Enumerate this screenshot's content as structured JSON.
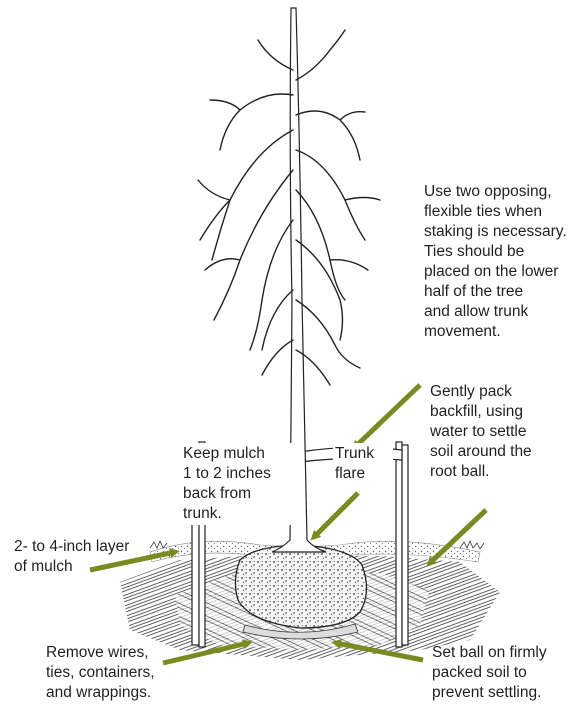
{
  "labels": {
    "ties": "Use two opposing,\nflexible ties when\nstaking is necessary.\nTies should be\nplaced on the lower\nhalf of the tree\nand allow trunk\nmovement.",
    "backfill": "Gently pack\nbackfill, using\nwater to settle\nsoil around the\nroot ball.",
    "mulch_gap": "Keep mulch\n1 to 2 inches\nback from\ntrunk.",
    "trunk_flare": "Trunk\nflare",
    "mulch_layer": "2- to 4-inch layer\nof mulch",
    "remove": "Remove wires,\nties, containers,\nand wrappings.",
    "set_ball": "Set ball on firmly\npacked soil to\nprevent settling."
  },
  "colors": {
    "arrow": "#7a8a1e",
    "ink": "#231f20",
    "background": "#ffffff"
  }
}
